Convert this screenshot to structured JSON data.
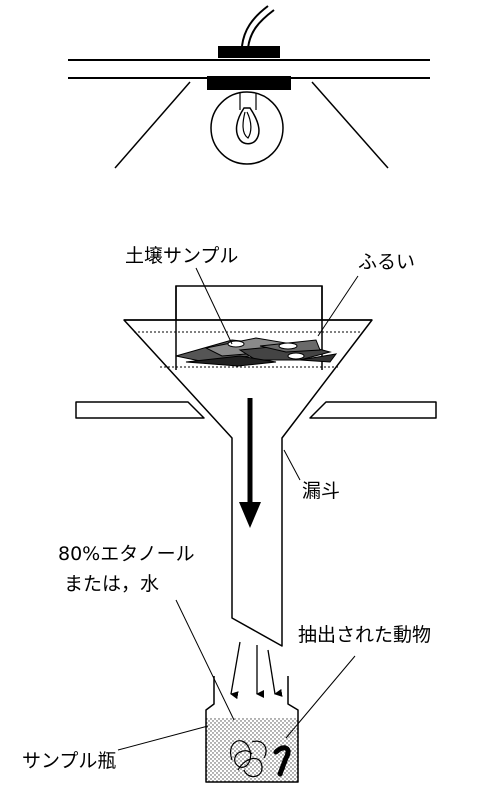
{
  "labels": {
    "soil_sample": "土壌サンプル",
    "sieve": "ふるい",
    "funnel": "漏斗",
    "ethanol_line1": "80%エタノール",
    "ethanol_line2": "または，水",
    "extracted_animals": "抽出された動物",
    "sample_bottle": "サンプル瓶"
  },
  "icons": [
    "light-bulb-icon",
    "arrow-down-icon"
  ]
}
